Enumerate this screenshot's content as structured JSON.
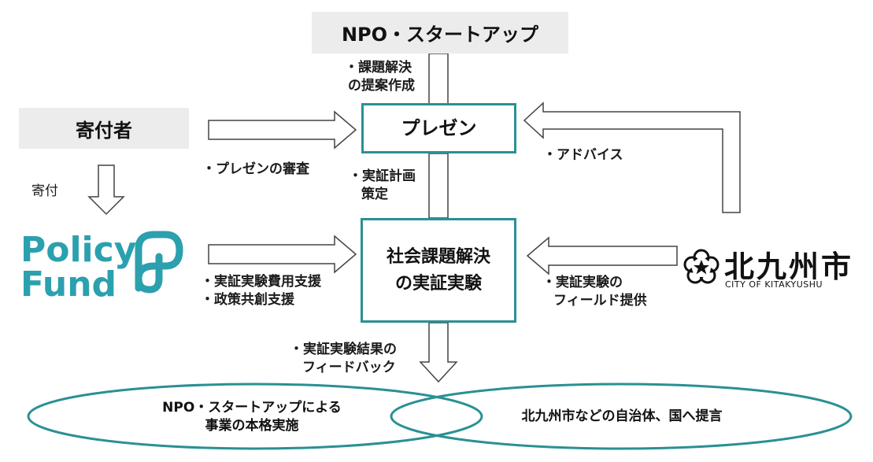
{
  "boxes": {
    "npo_startup": "NPO・スタートアップ",
    "donor": "寄付者",
    "presentation": "プレゼン",
    "experiment": [
      "社会課題解決",
      "の実証実験"
    ]
  },
  "labels": {
    "proposal": [
      "・課題解決",
      "の提案作成"
    ],
    "plan": [
      "・実証計画",
      "策定"
    ],
    "review": "・プレゼンの審査",
    "donation": "寄付",
    "support": [
      "・実証実験費用支援",
      "・政策共創支援"
    ],
    "advice": "・アドバイス",
    "field": [
      "・実証実験の",
      "フィールド提供"
    ],
    "feedback": [
      "・実証実験結果の",
      "フィードバック"
    ]
  },
  "ellipses": {
    "left": [
      "NPO・スタートアップによる",
      "事業の本格実施"
    ],
    "right": "北九州市などの自治体、国へ提言"
  },
  "logos": {
    "policy_fund": [
      "Policy",
      "Fund"
    ],
    "kitakyushu": {
      "name": "北九州市",
      "sub": "CITY OF KITAKYUSHU"
    }
  },
  "colors": {
    "teal": "#2a9094",
    "logo_blue": "#2ba0ae",
    "grey_box": "#ececec",
    "arrow_stroke": "#444444"
  }
}
